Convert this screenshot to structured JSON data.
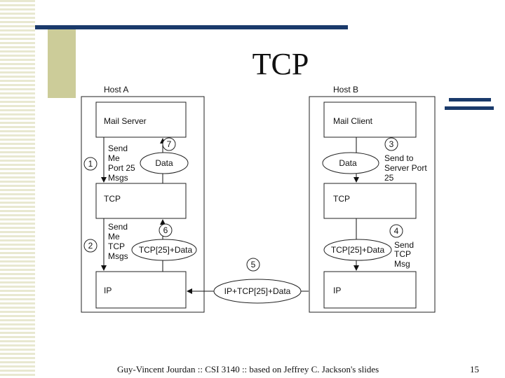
{
  "slide": {
    "title": "TCP",
    "footer": "Guy-Vincent Jourdan :: CSI 3140 :: based on Jeffrey C. Jackson's slides",
    "page_number": "15"
  },
  "diagram": {
    "host_a": {
      "label": "Host A",
      "mail": "Mail Server",
      "tcp": "TCP",
      "ip": "IP",
      "step1_lines": [
        "Send",
        "Me",
        "Port 25",
        "Msgs"
      ],
      "step2_lines": [
        "Send",
        "Me",
        "TCP",
        "Msgs"
      ]
    },
    "host_b": {
      "label": "Host B",
      "mail": "Mail Client",
      "tcp": "TCP",
      "ip": "IP",
      "step3_lines": [
        "Send to",
        "Server Port",
        "25"
      ],
      "step4_lines": [
        "Send",
        "TCP",
        "Msg"
      ]
    },
    "numbers": [
      "1",
      "2",
      "3",
      "4",
      "5",
      "6",
      "7"
    ],
    "ellipses": {
      "data_a": "Data",
      "data_b": "Data",
      "tcp_data_a": "TCP[25]+Data",
      "tcp_data_b": "TCP[25]+Data",
      "ip_tcp_data": "IP+TCP[25]+Data"
    }
  }
}
